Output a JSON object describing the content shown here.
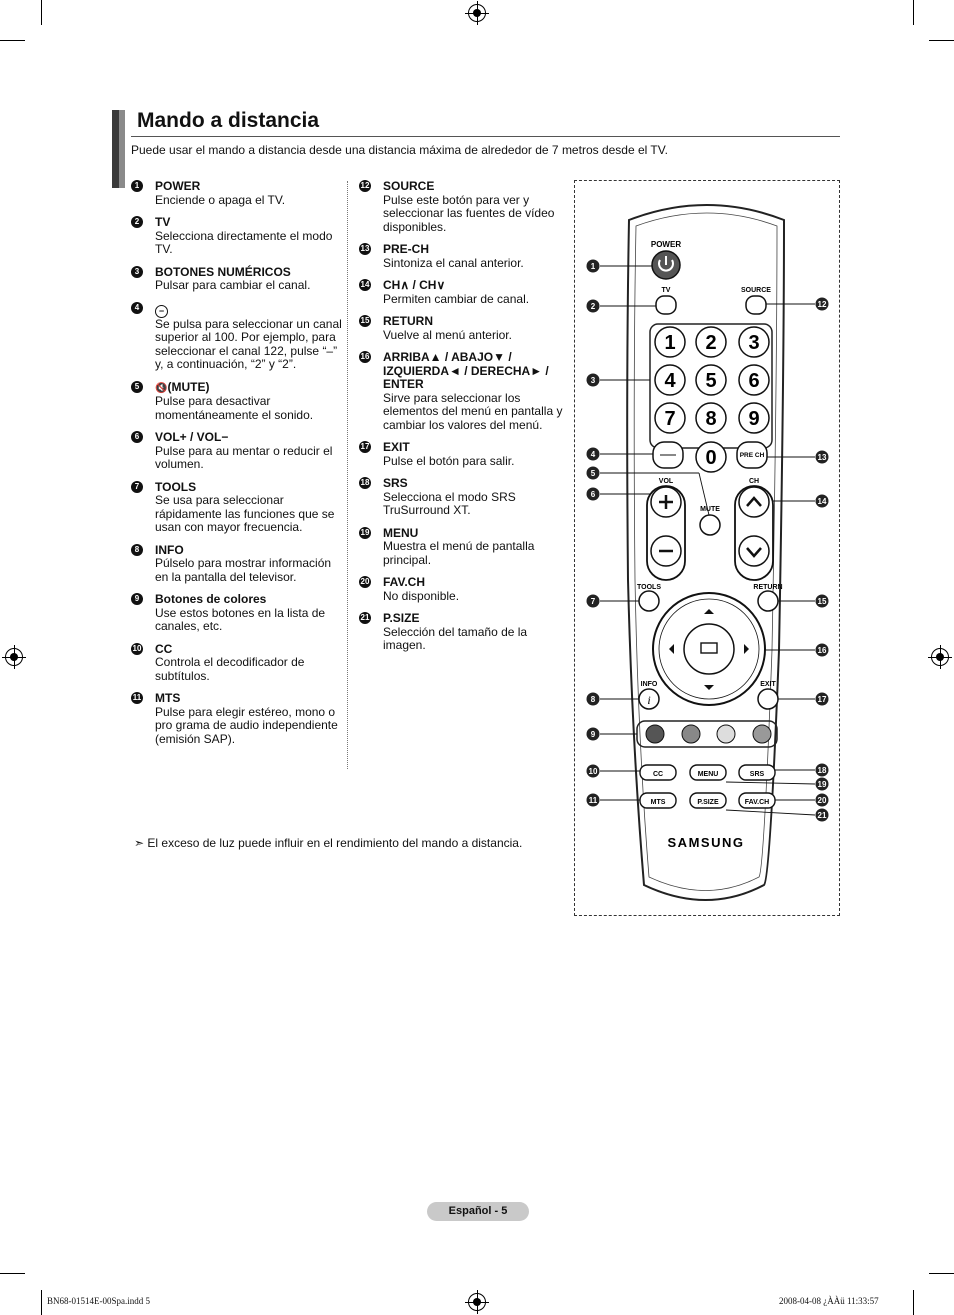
{
  "page": {
    "title": "Mando a distancia",
    "intro": "Puede usar el mando a distancia desde una distancia máxima de alrededor de 7 metros desde el TV.",
    "note": "El exceso de luz puede influir en el rendimiento del mando a distancia.",
    "page_label": "Español - 5",
    "footer_left": "BN68-01514E-00Spa.indd   5",
    "footer_right": "2008-04-08   ¿ÀÀü 11:33:57"
  },
  "items": [
    {
      "n": "1",
      "label": "POWER",
      "desc": "Enciende o apaga el TV."
    },
    {
      "n": "2",
      "label": "TV",
      "desc": "Selecciona directamente el modo TV."
    },
    {
      "n": "3",
      "label": "BOTONES NUMÉRICOS",
      "desc": "Pulsar para cambiar el canal."
    },
    {
      "n": "4",
      "label": "",
      "desc": "Se pulsa para seleccionar un canal superior al 100. Por ejemplo, para seleccionar el canal 122, pulse “–” y, a continuación, “2” y “2”."
    },
    {
      "n": "5",
      "label": "(MUTE)",
      "desc": "Pulse para desactivar momentáneamente el sonido."
    },
    {
      "n": "6",
      "label": "VOL+ / VOL−",
      "desc": "Pulse para au mentar o reducir el volumen."
    },
    {
      "n": "7",
      "label": "TOOLS",
      "desc": "Se usa para seleccionar rápidamente las funciones que se usan con mayor frecuencia."
    },
    {
      "n": "8",
      "label": "INFO",
      "desc": "Púlselo para mostrar información en la pantalla del televisor."
    },
    {
      "n": "9",
      "label": "Botones de colores",
      "desc": "Use estos botones en la lista de canales, etc."
    },
    {
      "n": "10",
      "label": "CC",
      "desc": "Controla el decodificador de subtítulos."
    },
    {
      "n": "11",
      "label": "MTS",
      "desc": "Pulse para elegir estéreo, mono o pro grama de audio independiente (emisión SAP)."
    },
    {
      "n": "12",
      "label": "SOURCE",
      "desc": "Pulse este botón para ver y seleccionar las fuentes de vídeo disponibles."
    },
    {
      "n": "13",
      "label": "PRE-CH",
      "desc": "Sintoniza el canal anterior."
    },
    {
      "n": "14",
      "label": "CH∧ / CH∨",
      "desc": "Permiten cambiar de canal."
    },
    {
      "n": "15",
      "label": "RETURN",
      "desc": "Vuelve al menú anterior."
    },
    {
      "n": "16",
      "label": "ARRIBA▲ / ABAJO▼ / IZQUIERDA◄ / DERECHA► / ENTER",
      "desc": "Sirve para seleccionar los elementos del menú en pantalla y cambiar los valores del menú."
    },
    {
      "n": "17",
      "label": "EXIT",
      "desc": "Pulse el botón para salir."
    },
    {
      "n": "18",
      "label": "SRS",
      "desc": "Selecciona el modo SRS TruSurround XT."
    },
    {
      "n": "19",
      "label": "MENU",
      "desc": "Muestra el menú de pantalla principal."
    },
    {
      "n": "20",
      "label": "FAV.CH",
      "desc": "No disponible."
    },
    {
      "n": "21",
      "label": "P.SIZE",
      "desc": "Selección del tamaño de la imagen."
    }
  ],
  "remote": {
    "brand": "SAMSUNG",
    "labels": {
      "power": "POWER",
      "tv": "TV",
      "source": "SOURCE",
      "vol": "VOL",
      "ch": "CH",
      "mute": "MUTE",
      "tools": "TOOLS",
      "return": "RETURN",
      "info": "INFO",
      "exit": "EXIT",
      "cc": "CC",
      "menu": "MENU",
      "srs": "SRS",
      "mts": "MTS",
      "psize": "P.SIZE",
      "favch": "FAV.CH",
      "prech": "PRE CH"
    },
    "digits": [
      "1",
      "2",
      "3",
      "4",
      "5",
      "6",
      "7",
      "8",
      "9",
      "0"
    ]
  }
}
